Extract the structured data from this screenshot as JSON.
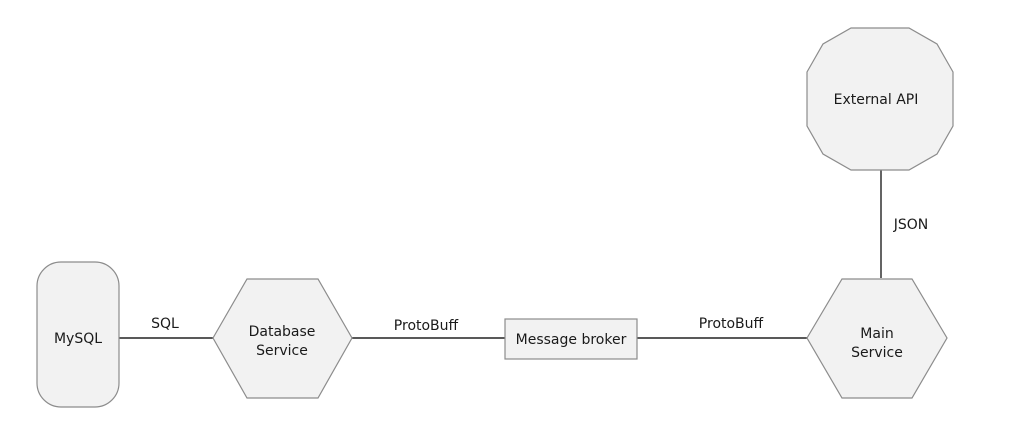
{
  "diagram": {
    "nodes": {
      "mysql": {
        "label_lines": [
          "MySQL"
        ],
        "shape": "rounded-rectangle"
      },
      "database_service": {
        "label_lines": [
          "Database",
          "Service"
        ],
        "shape": "hexagon"
      },
      "message_broker": {
        "label_lines": [
          "Message broker"
        ],
        "shape": "rectangle"
      },
      "main_service": {
        "label_lines": [
          "Main",
          "Service"
        ],
        "shape": "hexagon"
      },
      "external_api": {
        "label_lines": [
          "External API"
        ],
        "shape": "dodecagon"
      }
    },
    "edges": {
      "mysql_to_db_service": {
        "label": "SQL"
      },
      "db_service_to_broker": {
        "label": "ProtoBuff"
      },
      "broker_to_main_service": {
        "label": "ProtoBuff"
      },
      "main_service_to_external_api": {
        "label": "JSON"
      }
    },
    "colors": {
      "node_fill": "#f2f2f2",
      "node_stroke": "#8c8c8c",
      "edge": "#222222",
      "text": "#1a1a1a"
    }
  }
}
